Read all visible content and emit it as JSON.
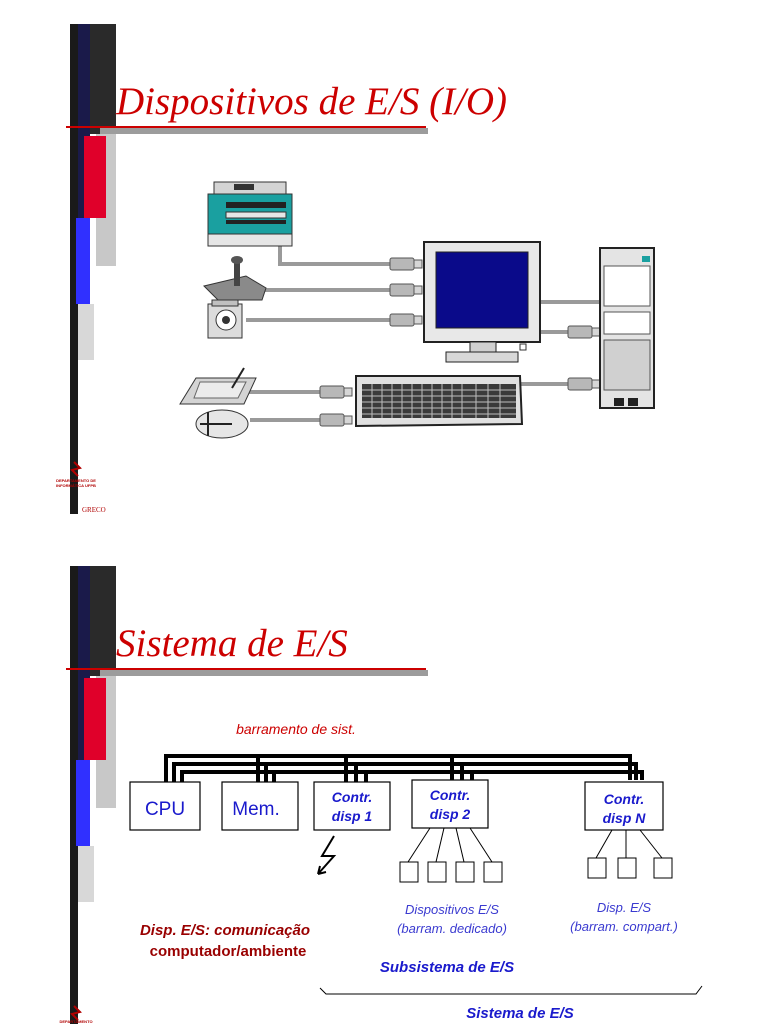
{
  "slide1": {
    "title": "Dispositivos de E/S (I/O)",
    "logo_text": "DEPARTAMENTO DE INFORMÁTICA UFPB",
    "footer": "GRECO",
    "devices": [
      "printer-icon",
      "joystick-icon",
      "camera-icon",
      "monitor-icon",
      "tower-pc-icon",
      "tablet-icon",
      "mouse-icon",
      "keyboard-icon"
    ]
  },
  "slide2": {
    "title": "Sistema de E/S",
    "bus_label": "barramento de sist.",
    "boxes": {
      "cpu": "CPU",
      "mem": "Mem.",
      "contr1": [
        "Contr.",
        "disp 1"
      ],
      "contr2": [
        "Contr.",
        "disp 2"
      ],
      "contrN": [
        "Contr.",
        "disp N"
      ]
    },
    "disp_es_label": [
      "Disp. E/S: comunicação",
      "computador/ambiente"
    ],
    "dedicated_label": [
      "Dispositivos E/S",
      "(barram. dedicado)"
    ],
    "shared_label": [
      "Disp. E/S",
      "(barram. compart.)"
    ],
    "subsystem_label": "Subsistema de E/S",
    "system_label": "Sistema de E/S",
    "logo_text": "DEPARTAMENTO"
  },
  "colors": {
    "title_red": "#cc0000",
    "bus_label_red": "#cc0000",
    "box_blue": "#1a1acc",
    "dark_red_text": "#990000",
    "light_blue_text": "#3a3ad0"
  }
}
